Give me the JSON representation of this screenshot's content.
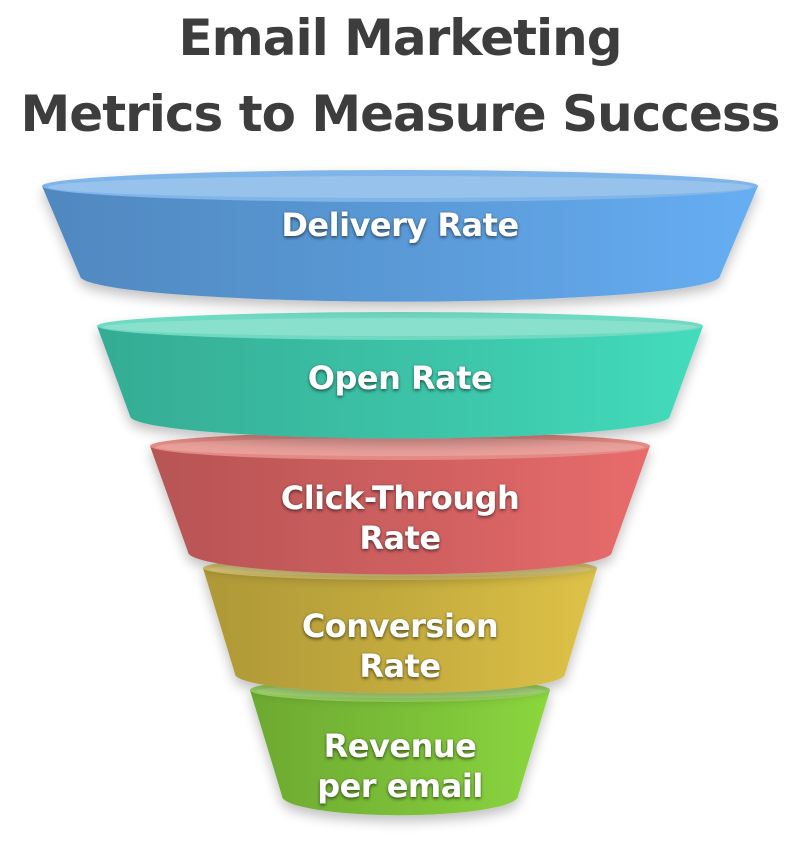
{
  "header": {
    "title_line1": "Email Marketing",
    "title_line2": "Metrics to Measure Success"
  },
  "funnel": {
    "stages": [
      {
        "lines": [
          "Delivery Rate"
        ],
        "color": "#5b9bd9",
        "top_color": "#7fb5e8"
      },
      {
        "lines": [
          "Open Rate"
        ],
        "color": "#3cc4a8",
        "top_color": "#6fd9c2"
      },
      {
        "lines": [
          "Click-Through",
          "Rate"
        ],
        "color": "#d06060",
        "top_color": "#e48a84"
      },
      {
        "lines": [
          "Conversion",
          "Rate"
        ],
        "color": "#c6ad3f",
        "top_color": "#dcc76a"
      },
      {
        "lines": [
          "Revenue",
          "per email"
        ],
        "color": "#7cc038",
        "top_color": "#9dd862"
      }
    ]
  }
}
